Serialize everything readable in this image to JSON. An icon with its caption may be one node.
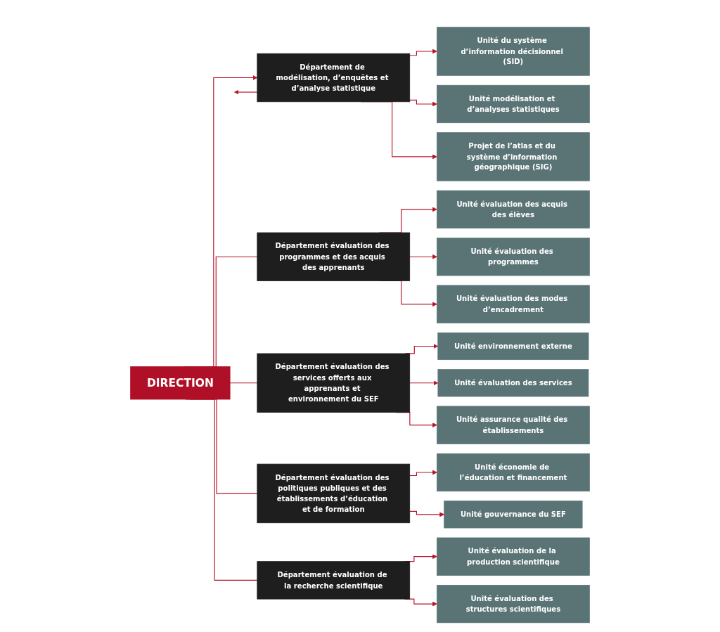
{
  "diagram": {
    "nodes": [
      {
        "text": [
          "DIRECTION"
        ]
      },
      {
        "text": [
          "Département de modélisation, d’enquêtes et d’analyse statistique"
        ]
      },
      {
        "text": [
          "Unité du système d’information décisionnel (SID)"
        ]
      },
      {
        "text": [
          "Unité modélisation et d’analyses statistiques"
        ]
      },
      {
        "text": [
          "Projet de l’atlas et du système d’information géographique (SIG)"
        ]
      },
      {
        "text": [
          "Département évaluation des programmes et des acquis des apprenants"
        ]
      },
      {
        "text": [
          "Unité évaluation des acquis des élèves"
        ]
      },
      {
        "text": [
          "Unité évaluation des programmes"
        ]
      },
      {
        "text": [
          "Unité évaluation des modes d’encadrement"
        ]
      },
      {
        "text": [
          "Département évaluation des services offerts aux apprenants et environnement du SEF"
        ]
      },
      {
        "text": [
          "Unité environnement externe"
        ]
      },
      {
        "text": [
          "Unité évaluation des services"
        ]
      },
      {
        "text": [
          "Unité assurance qualité des établissements"
        ]
      },
      {
        "text": [
          "Département évaluation des politiques publiques et des établissements d’éducation et de formation"
        ]
      },
      {
        "text": [
          "Unité économie de l’éducation et financement"
        ]
      },
      {
        "text": [
          "Unité gouvernance du SEF"
        ]
      },
      {
        "text": [
          "Département évaluation de la recherche scientifique"
        ]
      },
      {
        "text": [
          "Unité évaluation de la production scientifique"
        ]
      },
      {
        "text": [
          "Unité évaluation des structures scientifiques"
        ]
      }
    ],
    "edges": [
      {
        "from": 0,
        "to": 1,
        "arrow": "to"
      },
      {
        "from": 0,
        "to": 5,
        "arrow": "none"
      },
      {
        "from": 0,
        "to": 9,
        "arrow": "none"
      },
      {
        "from": 0,
        "to": 13,
        "arrow": "none"
      },
      {
        "from": 0,
        "to": 16,
        "arrow": "none"
      },
      {
        "from": 1,
        "to": null,
        "arrow": "to"
      },
      {
        "from": 1,
        "to": 2,
        "arrow": "to"
      },
      {
        "from": 1,
        "to": 3,
        "arrow": "to"
      },
      {
        "from": 1,
        "to": 4,
        "arrow": "to"
      },
      {
        "from": 5,
        "to": 6,
        "arrow": "to"
      },
      {
        "from": 5,
        "to": 7,
        "arrow": "to"
      },
      {
        "from": 5,
        "to": 8,
        "arrow": "to"
      },
      {
        "from": 9,
        "to": 10,
        "arrow": "to"
      },
      {
        "from": 9,
        "to": 11,
        "arrow": "to"
      },
      {
        "from": 9,
        "to": 12,
        "arrow": "to"
      },
      {
        "from": 13,
        "to": 14,
        "arrow": "to"
      },
      {
        "from": 13,
        "to": 15,
        "arrow": "to"
      },
      {
        "from": 16,
        "to": 17,
        "arrow": "to"
      },
      {
        "from": 16,
        "to": 18,
        "arrow": "to"
      }
    ]
  }
}
